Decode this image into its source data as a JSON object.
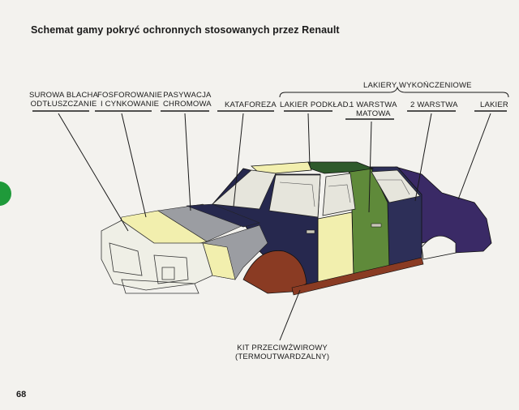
{
  "title": "Schemat gamy pokryć ochronnych stosowanych przez Renault",
  "page_number": "68",
  "group_label": "LAKIERY WYKOŃCZENIOWE",
  "labels": {
    "raw": [
      "SUROWA BLACHA",
      "ODTŁUSZCZANIE"
    ],
    "phosphate": [
      "FOSFOROWANIE",
      "I CYNKOWANIE"
    ],
    "chromate": [
      "PASYWACJA",
      "CHROMOWA"
    ],
    "cataphoresis": "KATAFOREZA",
    "primer": "LAKIER PODKŁAD.",
    "coat1": [
      "1 WARSTWA",
      "MATOWA"
    ],
    "coat2": "2 WARSTWA",
    "lacquer": "LAKIER",
    "underbody": [
      "KIT PRZECIWŻWIROWY",
      "(TERMOUTWARDZALNY)"
    ]
  },
  "colors": {
    "yellow_pale": "#f2efae",
    "gray": "#9b9da2",
    "navy": "#26284e",
    "green_dark": "#2f5a2b",
    "olive_green": "#5f8a3a",
    "navy_mid": "#2d2f58",
    "purple": "#3a2a66",
    "rust": "#8a3b23",
    "tab_green": "#1f9a3a"
  }
}
